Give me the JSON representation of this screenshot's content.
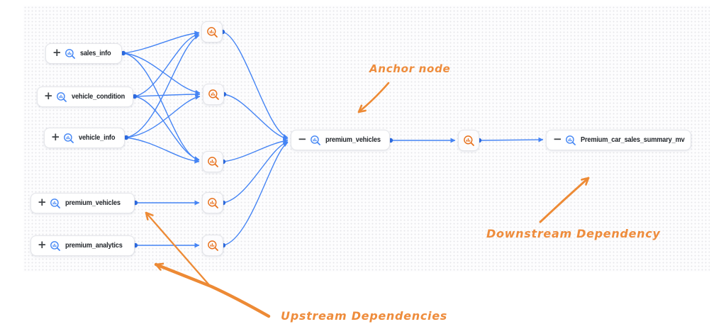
{
  "diagram": {
    "upstream_nodes": [
      {
        "label": "sales_info",
        "toggle": "+"
      },
      {
        "label": "vehicle_condition",
        "toggle": "+"
      },
      {
        "label": "vehicle_info",
        "toggle": "+"
      },
      {
        "label": "premium_vehicles",
        "toggle": "+"
      },
      {
        "label": "premium_analytics",
        "toggle": "+"
      }
    ],
    "anchor_node": {
      "label": "premium_vehicles",
      "toggle": "−"
    },
    "downstream_node": {
      "label": "Premium_car_sales_summary_mv",
      "toggle": "−"
    },
    "intermediate_nodes": {
      "count": 6,
      "icon": "query-search-icon"
    },
    "annotations": {
      "anchor_label": "Anchor node",
      "upstream_label": "Upstream Dependencies",
      "downstream_label": "Downstream Dependency"
    },
    "colors": {
      "edge_blue": "#4584f4",
      "handle_blue": "#2d6be0",
      "icon_blue": "#4285f4",
      "icon_orange": "#e8711c",
      "annotation_orange": "#ee8c3c"
    }
  }
}
